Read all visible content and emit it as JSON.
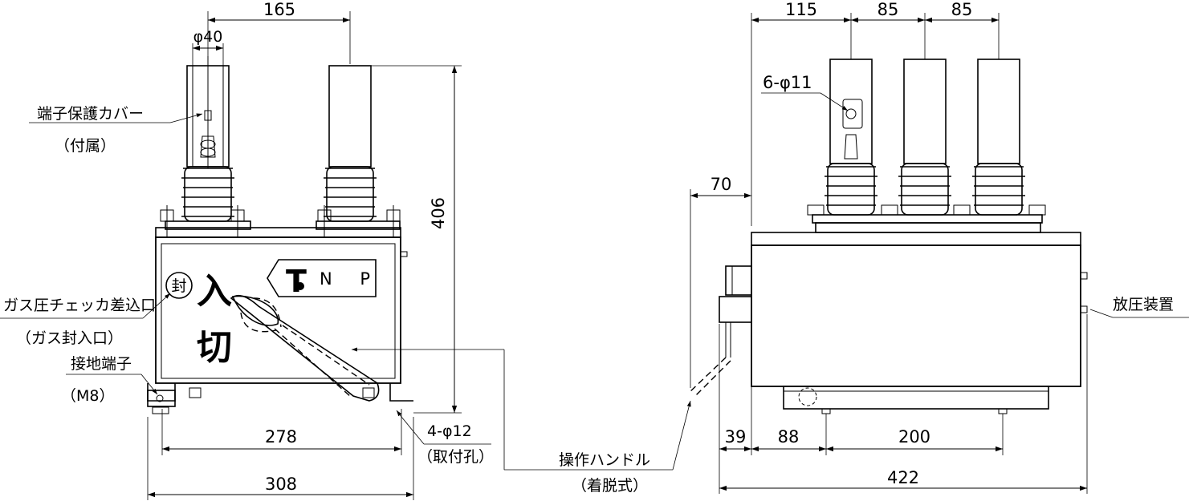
{
  "dimensions": {
    "front_terminal_pitch": "165",
    "front_terminal_dia": "φ40",
    "front_height": "406",
    "front_mount_pitch": "278",
    "front_width": "308",
    "side_pitch_1": "115",
    "side_pitch_2": "85",
    "side_pitch_3": "85",
    "side_handle_offset": "70",
    "side_bottom_1": "39",
    "side_bottom_2": "88",
    "side_bottom_3": "200",
    "side_length": "422"
  },
  "labels": {
    "terminal_cover": "端子保護カバー",
    "terminal_cover_note": "（付属）",
    "gas_check_port": "ガス圧チェッカ差込口",
    "gas_check_note": "（ガス封入口）",
    "seal_mark": "封",
    "ground_terminal": "接地端子",
    "ground_terminal_size": "（M8）",
    "mount_holes": "4-φ12",
    "mount_holes_note": "（取付孔）",
    "handle": "操作ハンドル",
    "handle_note": "（着脱式）",
    "side_holes": "6-φ11",
    "pressure_relief": "放圧装置",
    "state_on": "入",
    "state_off": "切",
    "nameplate": "N P",
    "logo": "T"
  }
}
